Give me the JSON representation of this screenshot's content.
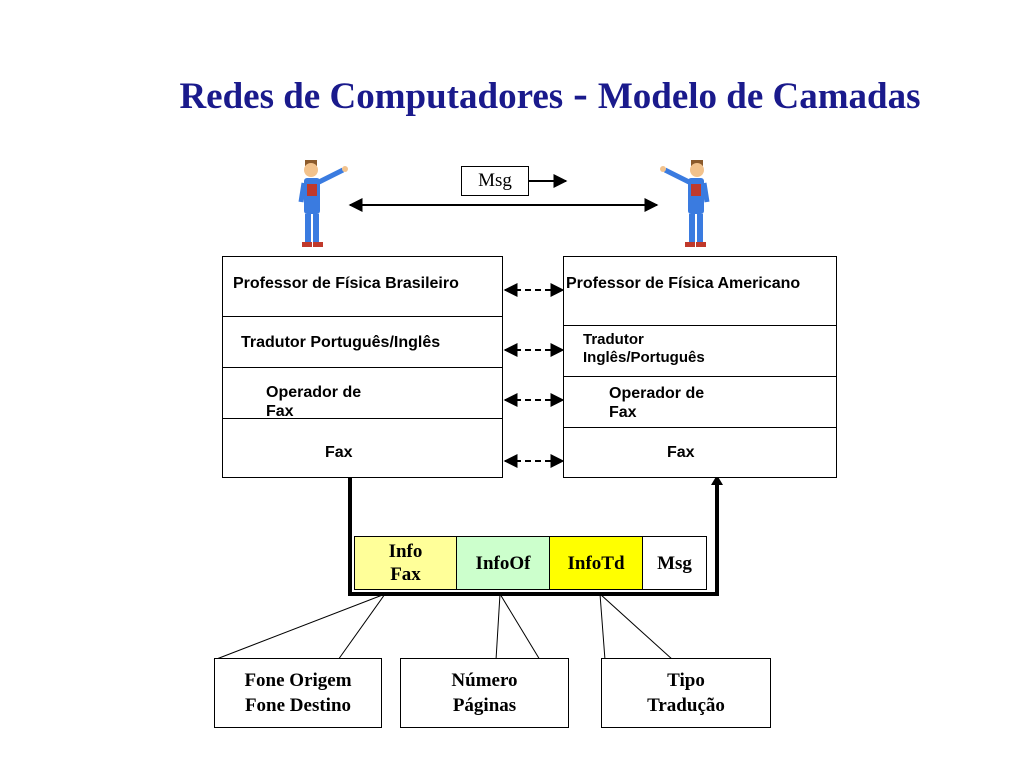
{
  "title": {
    "left": "Redes de Computadores",
    "dash": "-",
    "right": "Modelo de Camadas"
  },
  "top_msg": "Msg",
  "left_stack": {
    "layers": [
      "Professor de Física Brasileiro",
      "Tradutor Português/Inglês",
      "Operador de",
      "Fax",
      "Fax"
    ]
  },
  "right_stack": {
    "layers": [
      "Professor de Física Americano",
      "Tradutor",
      "Inglês/Português",
      "Operador de",
      "Fax",
      "Fax"
    ]
  },
  "packet": {
    "cells": [
      "Info",
      "Fax",
      "InfoOf",
      "InfoTd",
      "Msg"
    ],
    "colors": {
      "infofax": "#ffff99",
      "infoof": "#ccffcc",
      "infotd": "#ffff00",
      "msg": "#ffffff"
    }
  },
  "notes": [
    {
      "line1": "Fone Origem",
      "line2": "Fone Destino"
    },
    {
      "line1": "Número",
      "line2": "Páginas"
    },
    {
      "line1": "Tipo",
      "line2": "Tradução"
    }
  ]
}
